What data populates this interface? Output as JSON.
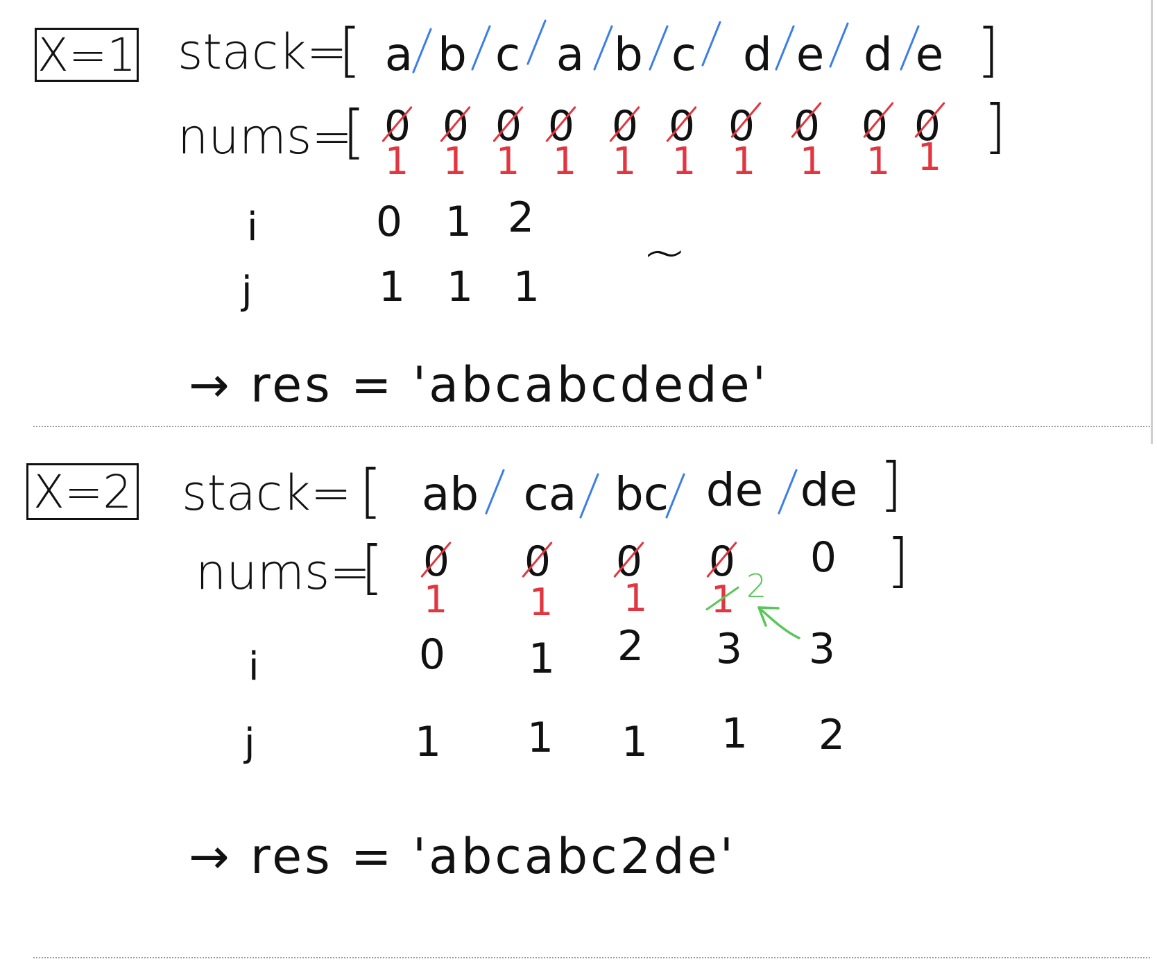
{
  "panel1": {
    "x_label": "X=1",
    "stack_label": "stack=",
    "stack_tokens": [
      "a",
      "b",
      "c",
      "a",
      "b",
      "c",
      "d",
      "e",
      "d",
      "e"
    ],
    "nums_label": "nums=",
    "nums_zeros": [
      "0",
      "0",
      "0",
      "0",
      "0",
      "0",
      "0",
      "0",
      "0",
      "0"
    ],
    "nums_ones": [
      "1",
      "1",
      "1",
      "1",
      "1",
      "1",
      "1",
      "1",
      "1",
      "1"
    ],
    "i_label": "i",
    "i_values": [
      "0",
      "1",
      "2"
    ],
    "j_label": "j",
    "j_values": [
      "1",
      "1",
      "1"
    ],
    "tilde": "~",
    "res_prefix": "→ res = ",
    "res_value": "'abcabcdede'"
  },
  "panel2": {
    "x_label": "X=2",
    "stack_label": "stack=",
    "stack_tokens": [
      "ab",
      "ca",
      "bc",
      "de",
      "de"
    ],
    "nums_label": "nums=",
    "nums_zeros": [
      "0",
      "0",
      "0",
      "0",
      "0"
    ],
    "nums_ones": [
      "1",
      "1",
      "1",
      "1"
    ],
    "nums_correction": "2",
    "i_label": "i",
    "i_values": [
      "0",
      "1",
      "2",
      "3",
      "3"
    ],
    "j_label": "j",
    "j_values": [
      "1",
      "1",
      "1",
      "1",
      "2"
    ],
    "res_prefix": "→ res = ",
    "res_value_before": "'abcabc",
    "res_value_highlight": "2",
    "res_value_after": "de'"
  },
  "colors": {
    "ink": "#111111",
    "separator_blue": "#3b7ee8",
    "strike_red": "#e2353f",
    "correction_green": "#59c65a",
    "highlight_yellow": "#f7d24a"
  }
}
